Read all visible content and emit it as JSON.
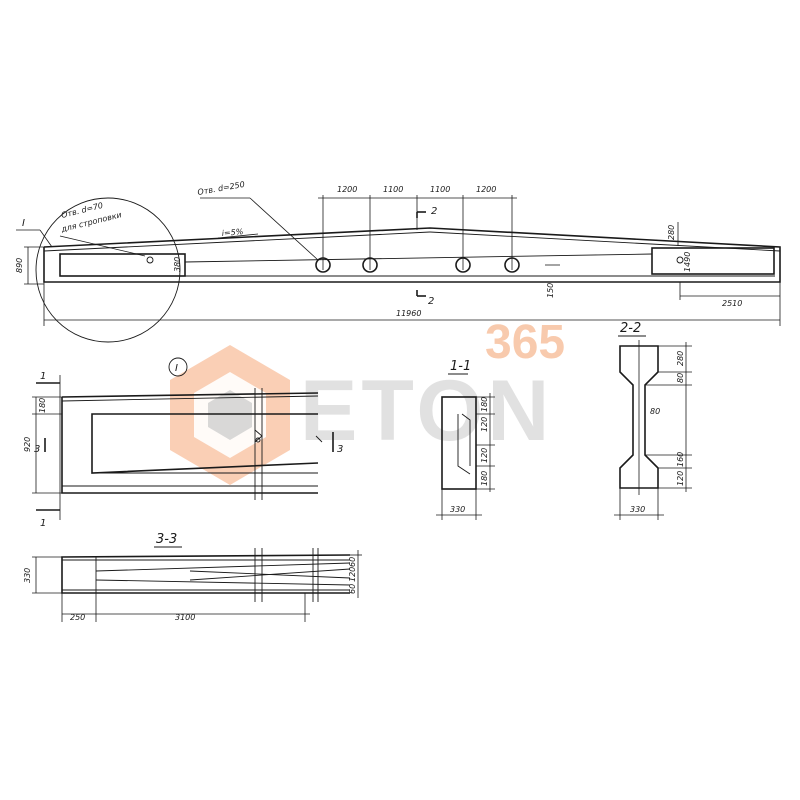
{
  "watermark": {
    "text": "ETON",
    "number": "365",
    "color_orange": "#f5a878",
    "color_gray": "#c9c9c9"
  },
  "marker": "I",
  "main_view": {
    "holes_note": "Отв. d=250",
    "hole_spacings": [
      "1200",
      "1100",
      "1100",
      "1200"
    ],
    "lifting_note_line1": "Отв. d=70",
    "lifting_note_line2": "для строповки",
    "slope": "i=5%",
    "section_mark": "2",
    "overall_length": "11960",
    "end_height": "890",
    "end_offset": "2510",
    "dim_small_left": "380",
    "dim_right_top": "280",
    "dim_right_mid": "1490",
    "dim_center": "150"
  },
  "detail": {
    "title": "I",
    "section_mark": "1",
    "cut_mark": "3",
    "dim_top": "180",
    "dim_height": "920"
  },
  "section_1_1": {
    "title": "1-1",
    "dim_top": "180",
    "dim_mid": "120",
    "dim_low": "120",
    "dim_bottom": "180",
    "width": "330"
  },
  "section_2_2": {
    "title": "2-2",
    "dim_top": "280",
    "dim_flange": "80",
    "dim_web": "80",
    "dim_low_flange": "160",
    "dim_bottom": "120",
    "width": "330"
  },
  "section_3_3": {
    "title": "3-3",
    "height": "330",
    "right_dims": [
      "60",
      "120",
      "60"
    ],
    "dim_left": "250",
    "dim_right": "3100"
  }
}
